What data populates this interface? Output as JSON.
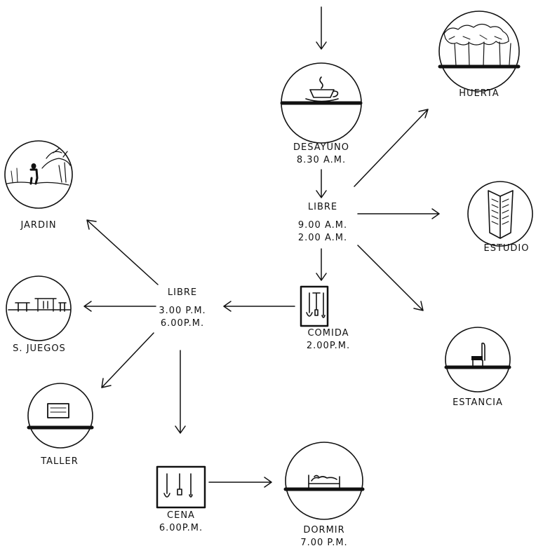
{
  "labels": {
    "desayuno": "DESAYUNO",
    "desayuno_time": "8.30 A.M.",
    "libre_am": "LIBRE",
    "libre_am_time1": "9.00 A.M.",
    "libre_am_time2": "2.00 A.M.",
    "huerta": "HUERTA",
    "estudio": "ESTUDIO",
    "estancia": "ESTANCIA",
    "comida": "COMIDA",
    "comida_time": "2.00P.M.",
    "libre_pm": "LIBRE",
    "libre_pm_time1": "3.00 P.M.",
    "libre_pm_time2": "6.00P.M.",
    "jardin": "JARDIN",
    "s_juegos": "S. JUEGOS",
    "taller": "TALLER",
    "cena": "CENA",
    "cena_time": "6.00P.M.",
    "dormir": "DORMIR",
    "dormir_time": "7.00 P.M."
  },
  "icons": {
    "desayuno": "coffee-cup-icon",
    "huerta": "orchard-trees-icon",
    "estudio": "open-book-icon",
    "estancia": "chair-icon",
    "comida": "cutlery-icon",
    "jardin": "garden-figure-icon",
    "s_juegos": "game-tables-icon",
    "taller": "workbench-icon",
    "cena": "cutlery-icon",
    "dormir": "bed-icon"
  },
  "style": {
    "ink": "#111111",
    "background": "#ffffff"
  }
}
